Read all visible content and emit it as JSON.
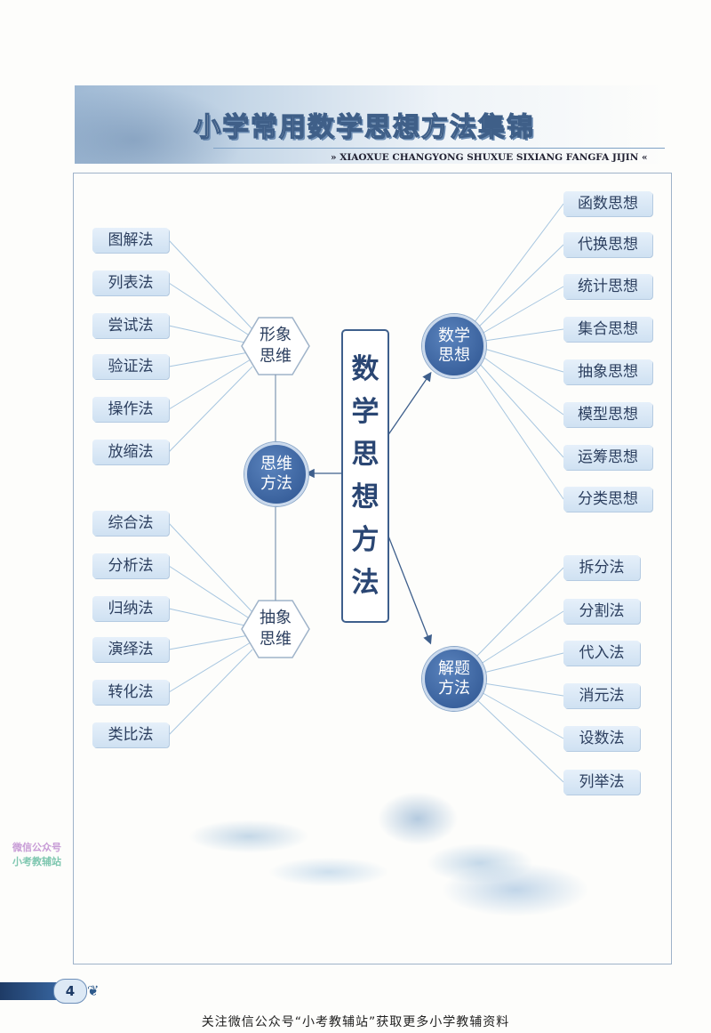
{
  "header": {
    "title": "小学常用数学思想方法集锦",
    "subtitle": "» XIAOXUE CHANGYONG SHUXUE SIXIANG FANGFA JIJIN «"
  },
  "center": {
    "chars": [
      "数",
      "学",
      "思",
      "想",
      "方",
      "法"
    ]
  },
  "nodes": {
    "thinking_methods": "思维方法",
    "math_ideas": "数学思想",
    "solving_methods": "解题方法",
    "image_thinking": "形象思维",
    "abstract_thinking": "抽象思维"
  },
  "image_thinking_items": [
    "图解法",
    "列表法",
    "尝试法",
    "验证法",
    "操作法",
    "放缩法"
  ],
  "abstract_thinking_items": [
    "综合法",
    "分析法",
    "归纳法",
    "演绎法",
    "转化法",
    "类比法"
  ],
  "math_idea_items": [
    "函数思想",
    "代换思想",
    "统计思想",
    "集合思想",
    "抽象思想",
    "模型思想",
    "运筹思想",
    "分类思想"
  ],
  "solving_method_items": [
    "拆分法",
    "分割法",
    "代入法",
    "消元法",
    "设数法",
    "列举法"
  ],
  "page_number": "4",
  "footer": "关注微信公众号“小考教辅站”获取更多小学教辅资料",
  "watermark": [
    "微信公众号",
    "小考教辅站"
  ],
  "colors": {
    "accent": "#2d5490",
    "leaf_bg": "#d9e8f6",
    "line": "#9fc0dd"
  }
}
